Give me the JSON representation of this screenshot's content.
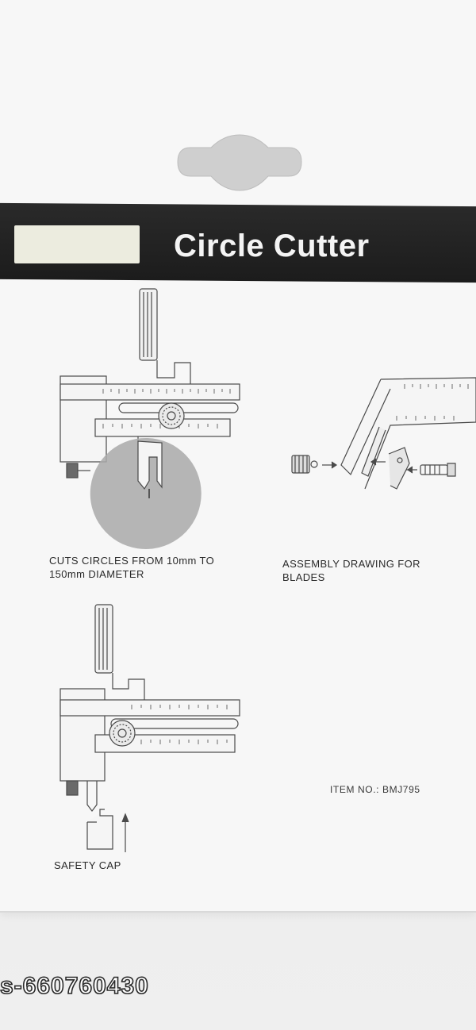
{
  "product": {
    "title": "Circle Cutter",
    "item_number": "ITEM NO.: BMJ795"
  },
  "captions": {
    "cuts_circles": "CUTS CIRCLES FROM 10mm TO\n150mm DIAMETER",
    "assembly": "ASSEMBLY DRAWING FOR\nBLADES",
    "safety_cap": "SAFETY CAP"
  },
  "watermark": {
    "sku": "s-660760430"
  },
  "colors": {
    "band": "#1f1f1f",
    "label_patch": "#ececdf",
    "background": "#f7f7f7",
    "line_art": "#3a3a3a"
  }
}
